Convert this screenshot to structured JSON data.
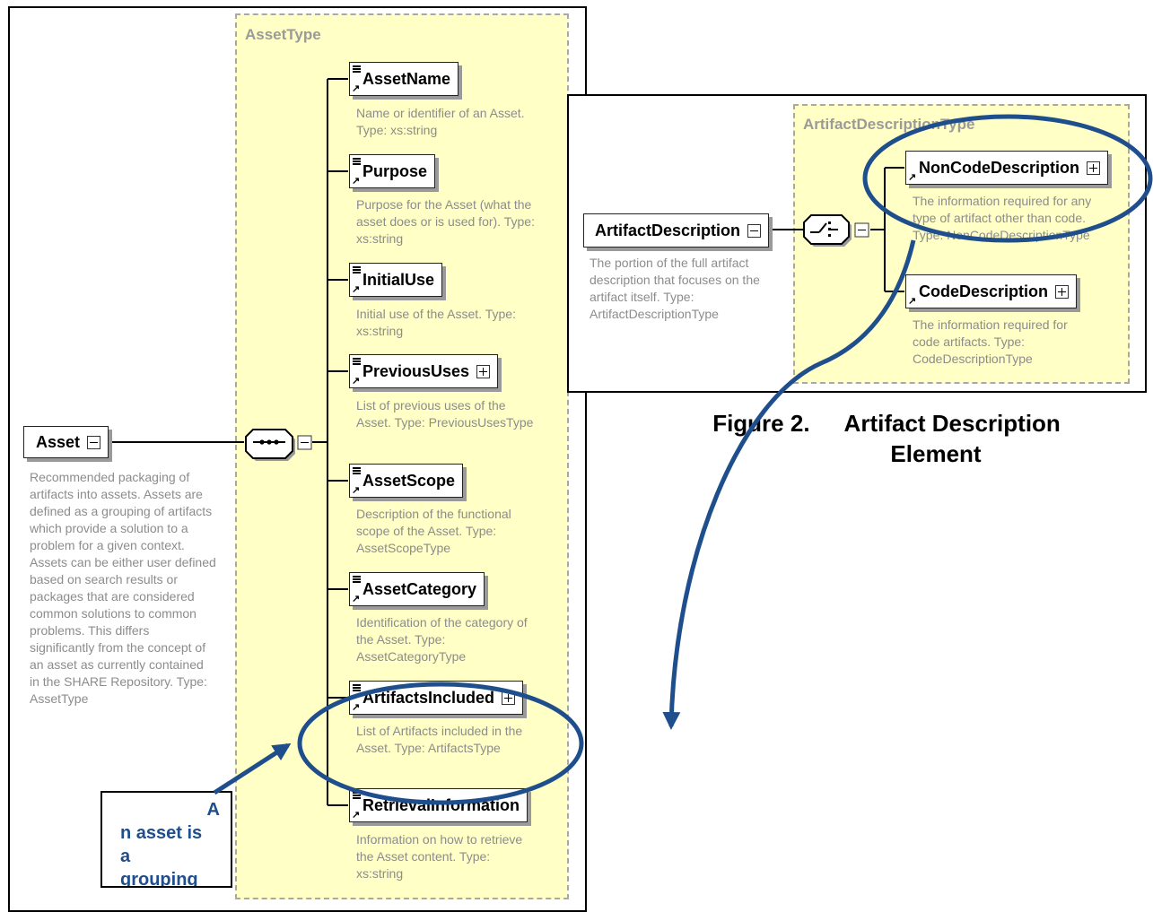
{
  "asset_type": {
    "title": "AssetType",
    "root": {
      "name": "Asset",
      "desc": "Recommended packaging of artifacts into assets.  Assets are defined as a grouping of artifacts which provide a solution to a problem for a given context.  Assets can be either user defined based on search results or packages that are considered common solutions to common problems.  This differs significantly from the concept of an asset as currently contained in the SHARE Repository. Type: AssetType"
    },
    "children": [
      {
        "name": "AssetName",
        "desc": "Name or identifier of an Asset. Type: xs:string"
      },
      {
        "name": "Purpose",
        "desc": "Purpose for the Asset (what the asset does or is used for). Type: xs:string"
      },
      {
        "name": "InitialUse",
        "desc": "Initial use of the Asset. Type: xs:string"
      },
      {
        "name": "PreviousUses",
        "desc": "List of previous uses of the Asset. Type: PreviousUsesType"
      },
      {
        "name": "AssetScope",
        "desc": "Description of the functional scope of the Asset. Type: AssetScopeType"
      },
      {
        "name": "AssetCategory",
        "desc": "Identification of the category of the Asset. Type: AssetCategoryType"
      },
      {
        "name": "ArtifactsIncluded",
        "desc": "List of Artifacts included in the Asset. Type: ArtifactsType"
      },
      {
        "name": "RetrievalInformation",
        "desc": "Information on how to retrieve the Asset content. Type: xs:string"
      }
    ]
  },
  "artifact_description": {
    "title": "ArtifactDescriptionType",
    "root": {
      "name": "ArtifactDescription",
      "desc": "The portion of the full artifact description that focuses on the artifact itself.  Type: ArtifactDescriptionType"
    },
    "children": [
      {
        "name": "NonCodeDescription",
        "desc": "The information required for any type of artifact other than code.  Type: NonCodeDescriptionType"
      },
      {
        "name": "CodeDescription",
        "desc": "The information required for code artifacts.  Type: CodeDescriptionType"
      }
    ]
  },
  "figure_caption": {
    "label": "Figure 2.",
    "title": "Artifact Description",
    "title_line2": "Element"
  },
  "callout": {
    "line1": "A",
    "rest": "n asset is\na\ngrouping\nof"
  },
  "colors": {
    "type_fill": "#ffffc6",
    "annotation_blue": "#1f4e8c",
    "description_gray": "#8c8c8c"
  }
}
